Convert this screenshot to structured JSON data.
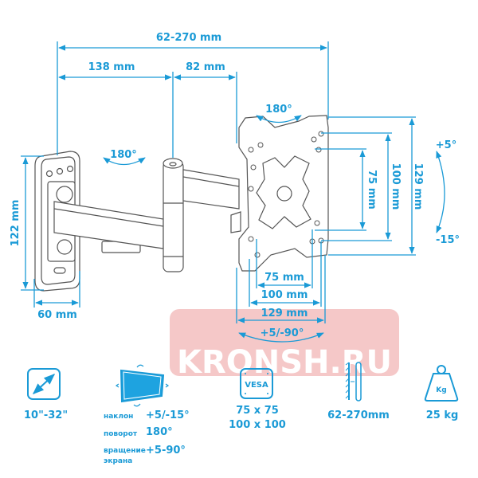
{
  "dimensions": {
    "total_depth": "62-270 mm",
    "arm_1": "138 mm",
    "arm_2": "82 mm",
    "wall_plate_height": "122 mm",
    "wall_plate_width": "60 mm",
    "swivel_arm": "180°",
    "swivel_plate": "180°",
    "vesa_v_75": "75 mm",
    "vesa_v_100": "100 mm",
    "plate_height": "129 mm",
    "tilt_up": "+5°",
    "tilt_down": "-15°",
    "vesa_h_75": "75 mm",
    "vesa_h_100": "100 mm",
    "plate_width": "129 mm",
    "rotation": "+5/-90°"
  },
  "watermark": "KRONSH.RU",
  "specs": {
    "screen_size": "10\"-32\"",
    "tilt_label": "наклон",
    "tilt_value": "+5/-15°",
    "swivel_label": "поворот",
    "swivel_value": "180°",
    "rotation_label_1": "вращение",
    "rotation_label_2": "экрана",
    "rotation_value": "+5-90°",
    "vesa_icon_text": "VESA",
    "vesa_1": "75 x 75",
    "vesa_2": "100 x 100",
    "distance": "62-270mm",
    "weight_icon_text": "Kg",
    "weight": "25 kg"
  },
  "colors": {
    "accent": "#1a9ad6",
    "watermark": "#e88a8a"
  }
}
